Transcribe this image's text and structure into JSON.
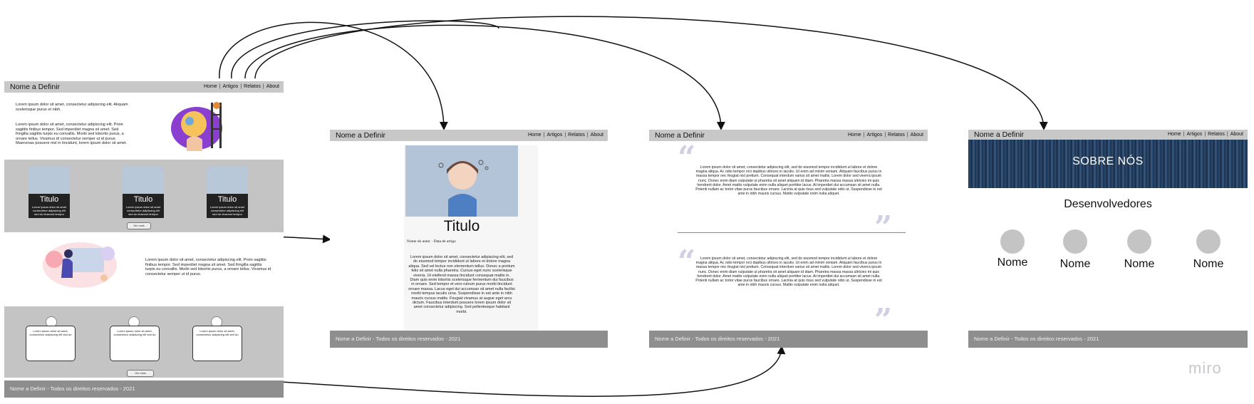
{
  "brand": "Nome a Definir",
  "nav": [
    "Home",
    "Artigos",
    "Relatos",
    "About"
  ],
  "footer": "Nome a Definir - Todos os direitos reservados - 2021",
  "home": {
    "intro_p1": "Lorem ipsum dolor sit amet, consectetur adipiscing elit. Aliquam scelerisque purus et nibh.",
    "intro_p2": "Lorem ipsum dolor sit amet, consectetur adipiscing elit. Proin sagittis finibus tempor. Sed imperdiet magna sit amet. Sed fringilla sagittis turpis eu convallis. Morbi sed lobortis purus, a ornare tellus. Vivamus id consectetur semper ut id purus. Maecenas posuere nisl in tincidunt, lorem ipsum dolor sit amet.",
    "card_title": "Titulo",
    "card_text": "Lorem ipsum dolor sit amet consectetur adipiscing elit sed do eiusmod tempor",
    "more_button": "Ver mais",
    "about_text": "Lorem ipsum dolor sit amet, consectetur adipiscing elit. Proin sagittis finibus tempor. Sed imperdiet magna sit amet. Sed fringilla sagittis turpis eu convallis. Morbi sed lobortis purus, a ornare tellus. Vivamus id consectetur semper ut id purus.",
    "review_text": "Lorem ipsum dolor sit amet, consectetur adipiscing elit sed do",
    "more_button2": "Ver mais"
  },
  "article": {
    "title": "Titulo",
    "author": "Nome do autor · Data de artigo",
    "body": "Lorem ipsum dolor sit amet, consectetur adipiscing elit, sed do eiusmod tempor incididunt ut labore et dolore magna aliqua. Sed vel lectus non elementum tellus. Donec a pretium felis sit amet nulla pharetra. Cursus eget nunc scelerisque viverra. Ut eleifend massa tincidunt consequat mattis in. Diam quis enim lobortis scelerisque fermentum dui faucibus in ornare. Sed tempor et vero rutrum purus morbi tincidunt ornare massa. Lacus eget dui accumsan sit amet nulla facilisi morbi tempus iaculis urna. Suspendisse in est ante in nibh mauris cursus mattis. Feugiat vivamus at augue eget arcu dictum. Faucibus interdum posuere lorem ipsum dolor sit amet consectetur adipiscing. Sed pellentesque habitant morbi."
  },
  "relatos": {
    "quote1": "Lorem ipsum dolor sit amet, consectetur adipiscing elit, sed do eiusmod tempor incididunt ut labore et dolore magna aliqua. Ac odio tempor orci dapibus ultrices in iaculis. Ut enim ad minim veniam. Aliquam faucibus purus in massa tempor nec feugiat nisl pretium. Consequat interdum varius sit amet mattis. Lorem dolor sed viverra ipsum nunc. Donec enim diam vulputate ut pharetra sit amet aliquam id diam. Pharetra massa massa ultricies mi quis hendrerit dolor. Amet mattis vulputate enim nulla aliquet porttitor lacus. At imperdiet dui accumsan sit amet nulla. Potenti nullam ac tortor vitae purus faucibus ornare. Lacinia at quis risus sed vulputate odio ut. Suspendisse in est ante in nibh mauris cursus. Mattis vulputate enim nulla aliquet.",
    "quote2": "Lorem ipsum dolor sit amet, consectetur adipiscing elit, sed do eiusmod tempor incididunt ut labore et dolore magna aliqua. Ac odio tempor orci dapibus ultrices in iaculis. Ut enim ad minim veniam. Aliquam faucibus purus in massa tempor nec feugiat nisl pretium. Consequat interdum varius sit amet mattis. Lorem dolor sed viverra ipsum nunc. Donec enim diam vulputate ut pharetra sit amet aliquam id diam. Pharetra massa massa ultricies mi quis hendrerit dolor. Amet mattis vulputate enim nulla aliquet porttitor lacus. At imperdiet dui accumsan sit amet nulla. Potenti nullam ac tortor vitae purus faucibus ornare. Lacinia at quis risus sed vulputate odio ut. Suspendisse in est ante in nibh mauris cursus. Mattis vulputate enim nulla aliquet."
  },
  "about": {
    "banner": "SOBRE NÓS",
    "heading": "Desenvolvedores",
    "devs": [
      "Nome",
      "Nome",
      "Nome",
      "Nome"
    ]
  },
  "watermark": "miro",
  "colors": {
    "topbar": "#c8c8c8",
    "footer": "#8e8e8e",
    "banner": "#1d3450",
    "quote": "#cfd0e6"
  }
}
